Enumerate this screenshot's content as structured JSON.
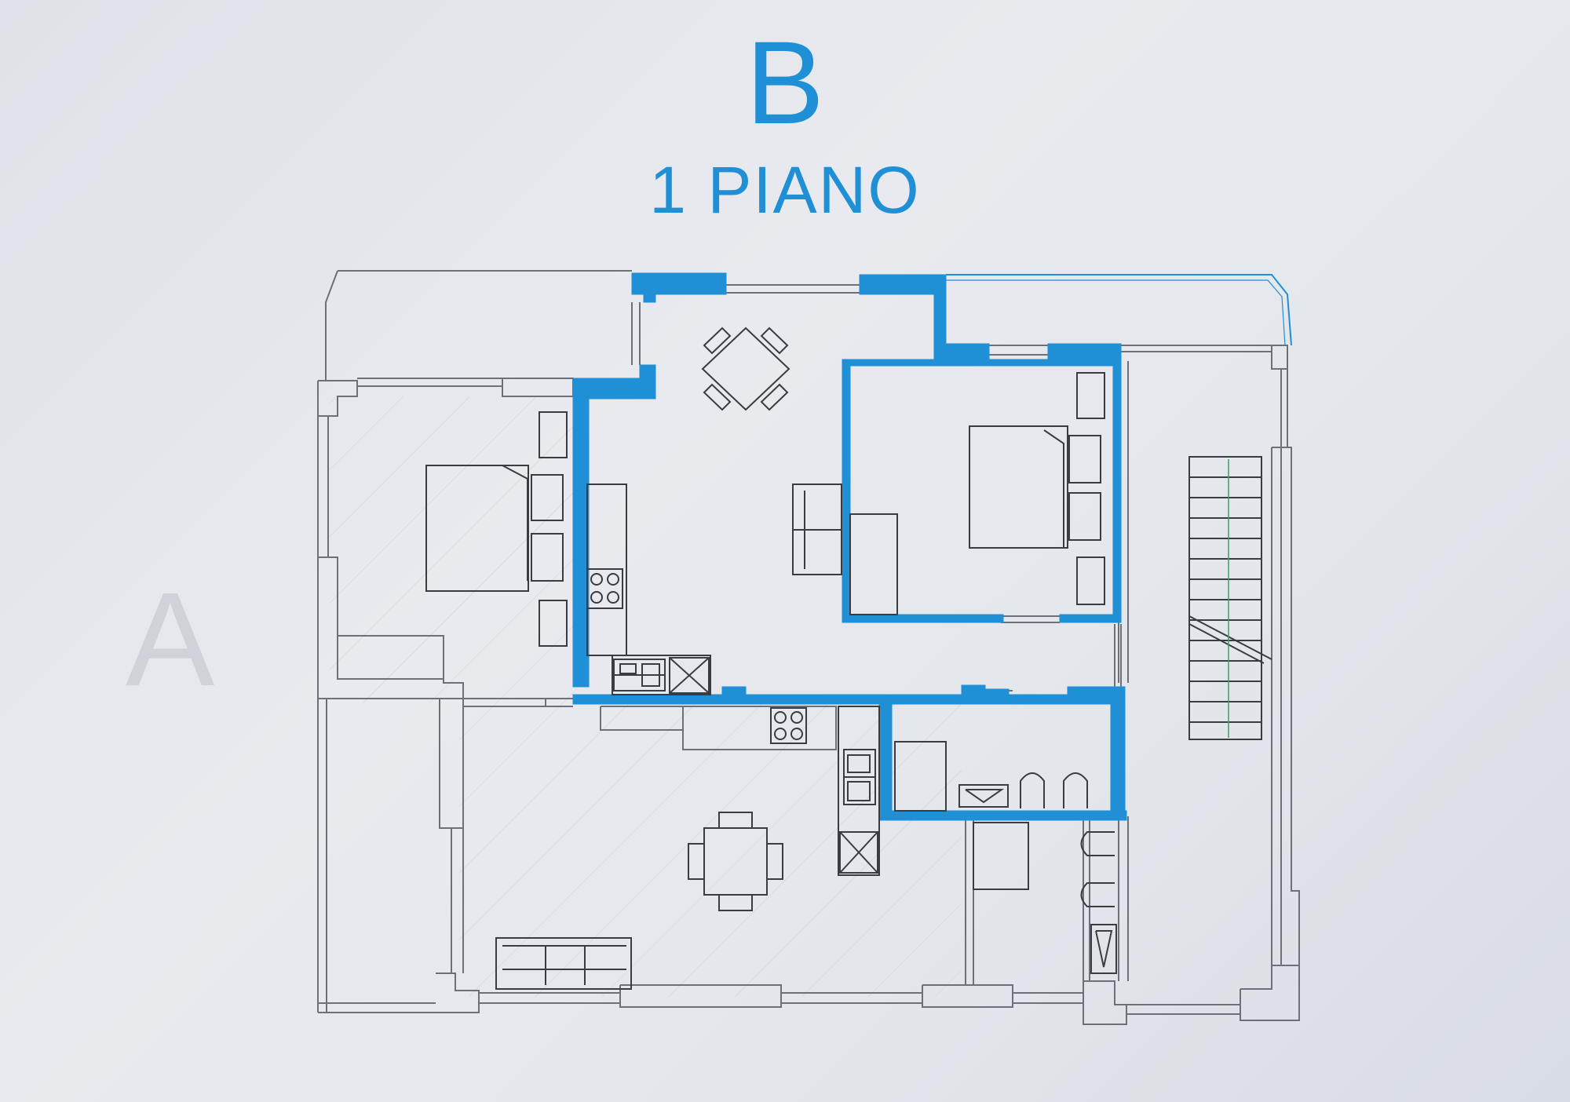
{
  "plan": {
    "unit_label": "B",
    "floor_label": "1 PIANO",
    "adjacent_unit_label": "A"
  },
  "colors": {
    "accent_blue": "#1f8fd6",
    "wall_line": "#6d7079",
    "furniture_line": "#3a3c42",
    "ghost_text": "#cfd2d8",
    "stair_marker": "#3aa05a"
  },
  "icons": [
    "dining-table-icon",
    "bed-icon",
    "sofa-icon",
    "stove-icon",
    "sink-icon",
    "toilet-icon",
    "shower-icon",
    "staircase-icon"
  ]
}
